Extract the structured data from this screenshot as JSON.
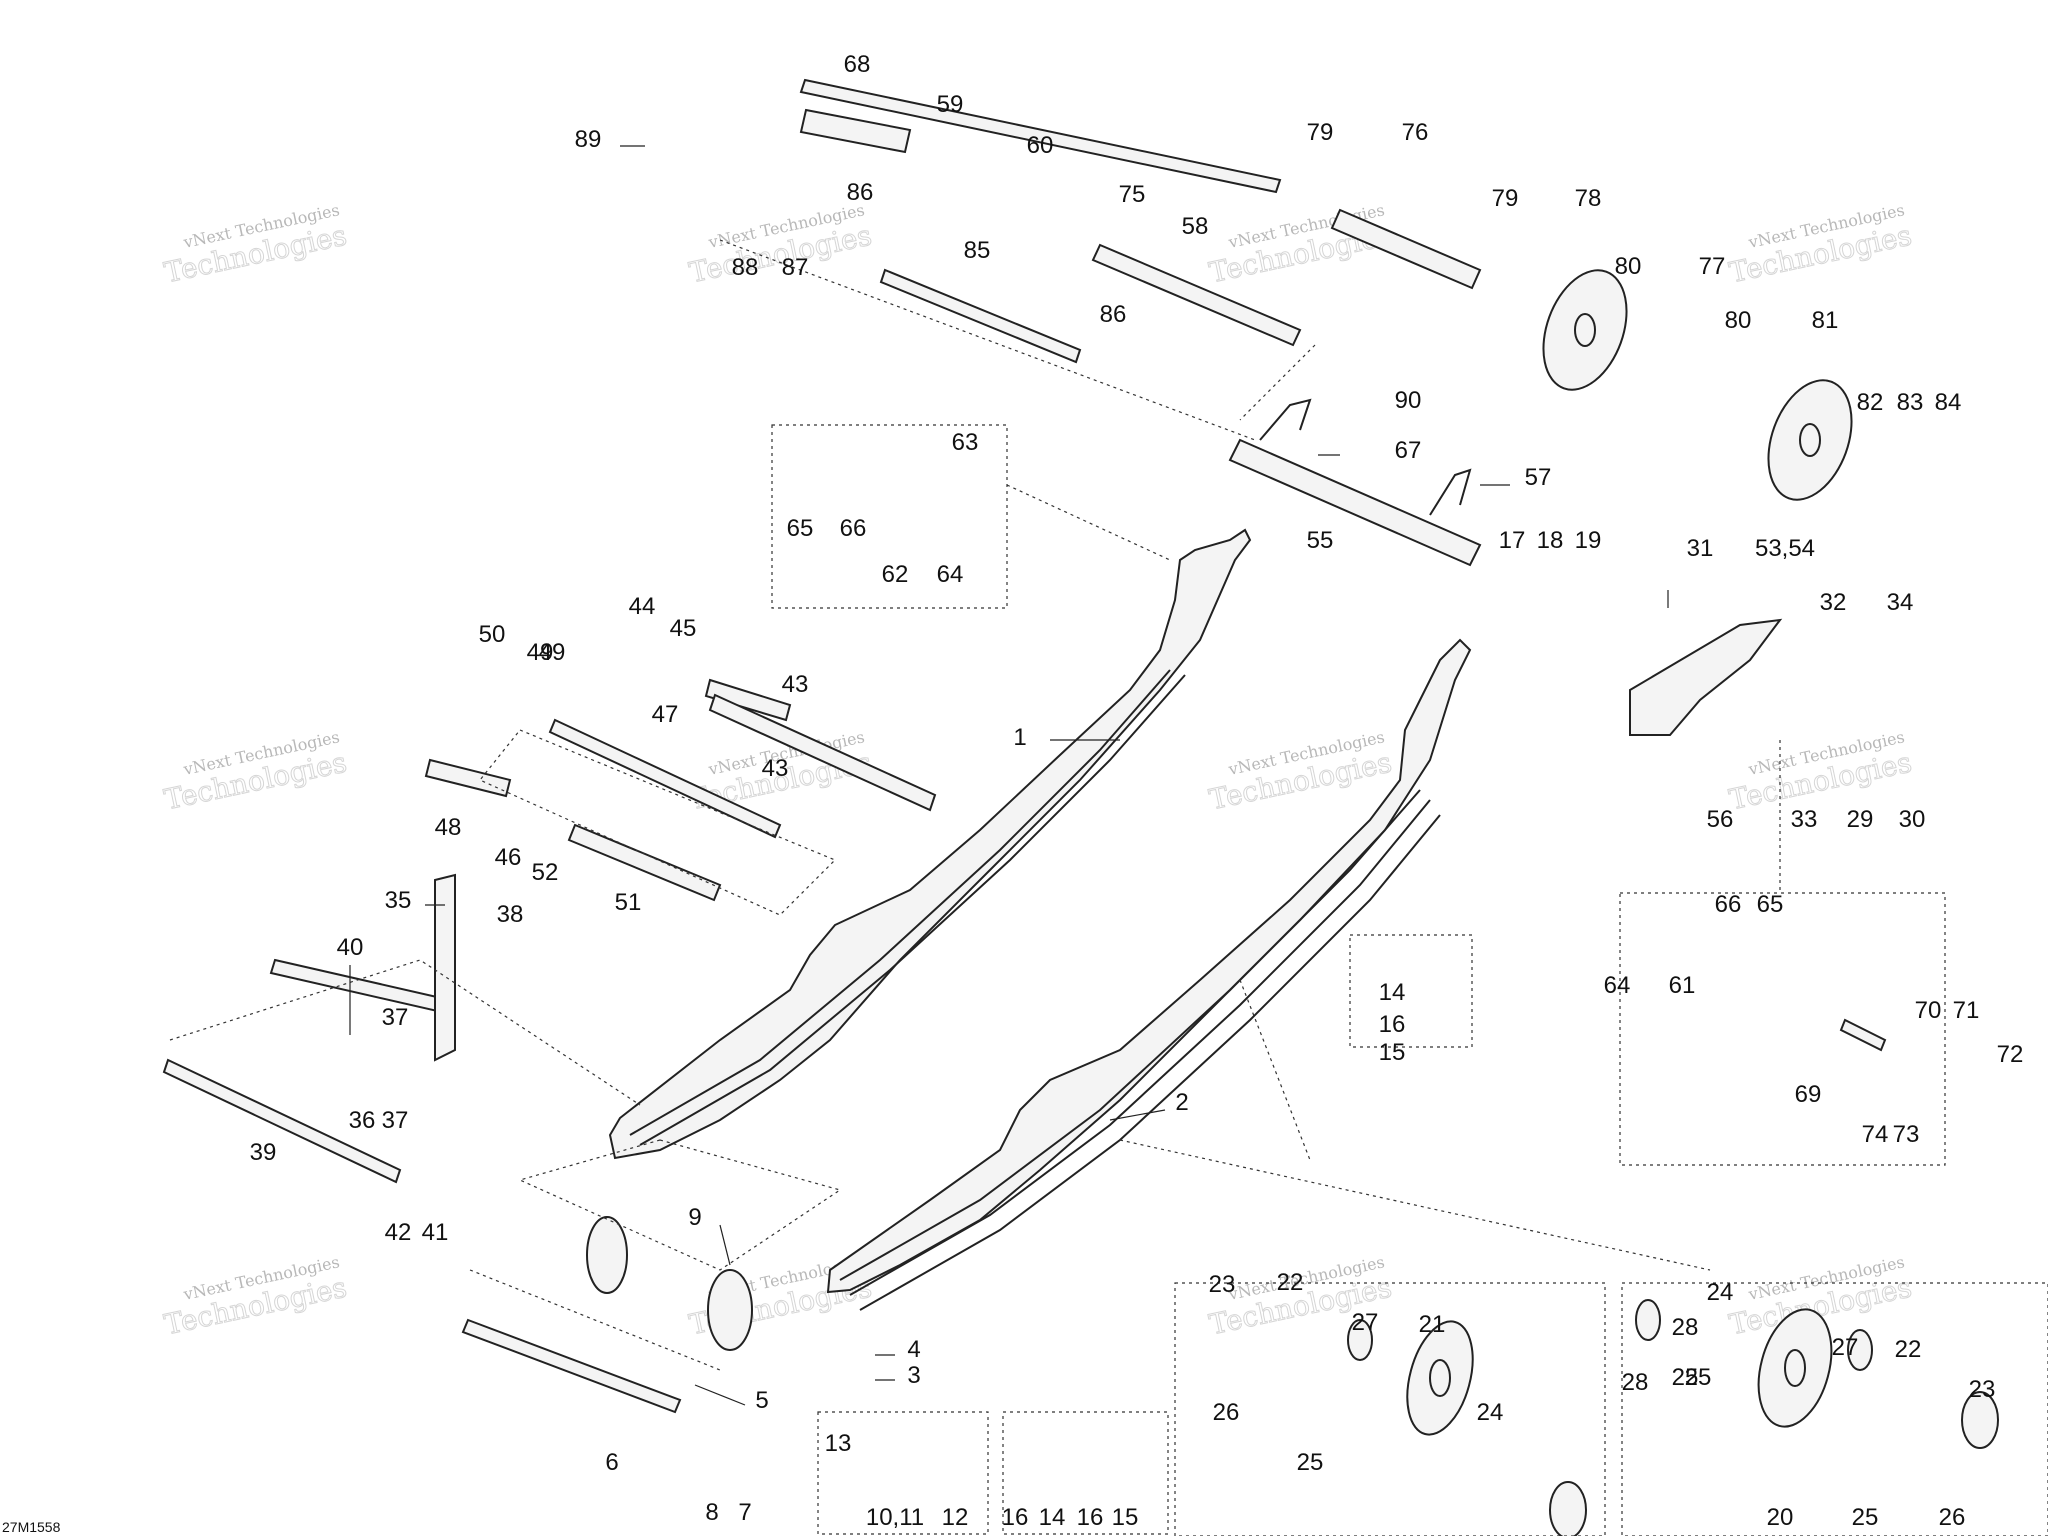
{
  "diagram_code": "27M1558",
  "watermark": {
    "line1": "vNext Technologies",
    "line2": "Technologies"
  },
  "callouts": [
    "1",
    "2",
    "3",
    "4",
    "5",
    "6",
    "7",
    "8",
    "9",
    "10,11",
    "12",
    "13",
    "14",
    "15",
    "16",
    "17",
    "18",
    "19",
    "20",
    "21",
    "22",
    "23",
    "24",
    "25",
    "26",
    "27",
    "28",
    "29",
    "30",
    "31",
    "32",
    "33",
    "34",
    "35",
    "36",
    "37",
    "38",
    "39",
    "40",
    "41",
    "42",
    "43",
    "44",
    "45",
    "46",
    "47",
    "48",
    "49",
    "50",
    "51",
    "52",
    "53,54",
    "55",
    "56",
    "57",
    "58",
    "59",
    "60",
    "61",
    "62",
    "63",
    "64",
    "65",
    "66",
    "67",
    "68",
    "69",
    "70",
    "71",
    "72",
    "73",
    "74",
    "75",
    "76",
    "77",
    "78",
    "79",
    "80",
    "81",
    "82",
    "83",
    "84",
    "85",
    "86",
    "87",
    "88",
    "89",
    "90"
  ]
}
